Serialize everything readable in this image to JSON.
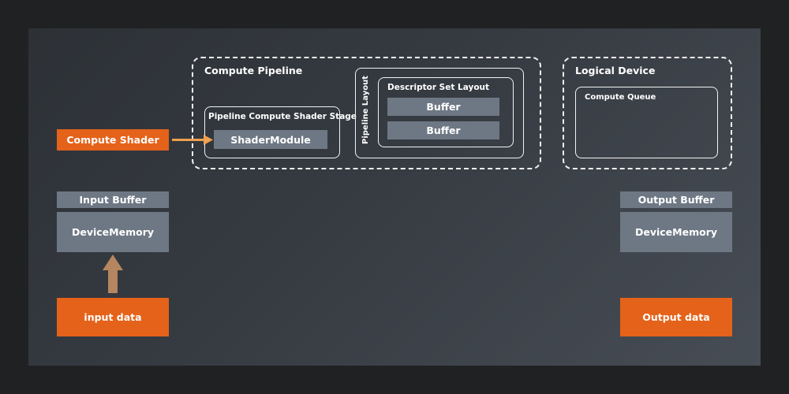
{
  "compute_pipeline": {
    "title": "Compute Pipeline",
    "shader_stage": {
      "title": "Pipeline Compute Shader Stage",
      "module": "ShaderModule"
    },
    "pipeline_layout": {
      "label": "Pipeline Layout",
      "descriptor_set_layout": {
        "title": "Descriptor Set Layout",
        "buffers": [
          "Buffer",
          "Buffer"
        ]
      }
    }
  },
  "logical_device": {
    "title": "Logical Device",
    "queue": "Compute Queue"
  },
  "compute_shader": "Compute Shader",
  "input_buffer": {
    "title": "Input Buffer",
    "memory": "DeviceMemory",
    "data": "input data"
  },
  "output_buffer": {
    "title": "Output Buffer",
    "memory": "DeviceMemory",
    "data": "Output data"
  },
  "colors": {
    "background": "#1f2123",
    "panel": "#363b42",
    "orange": "#e5621a",
    "gray_box": "#6e7884",
    "arrow_orange": "#f0a050",
    "arrow_tan": "#b58660"
  }
}
